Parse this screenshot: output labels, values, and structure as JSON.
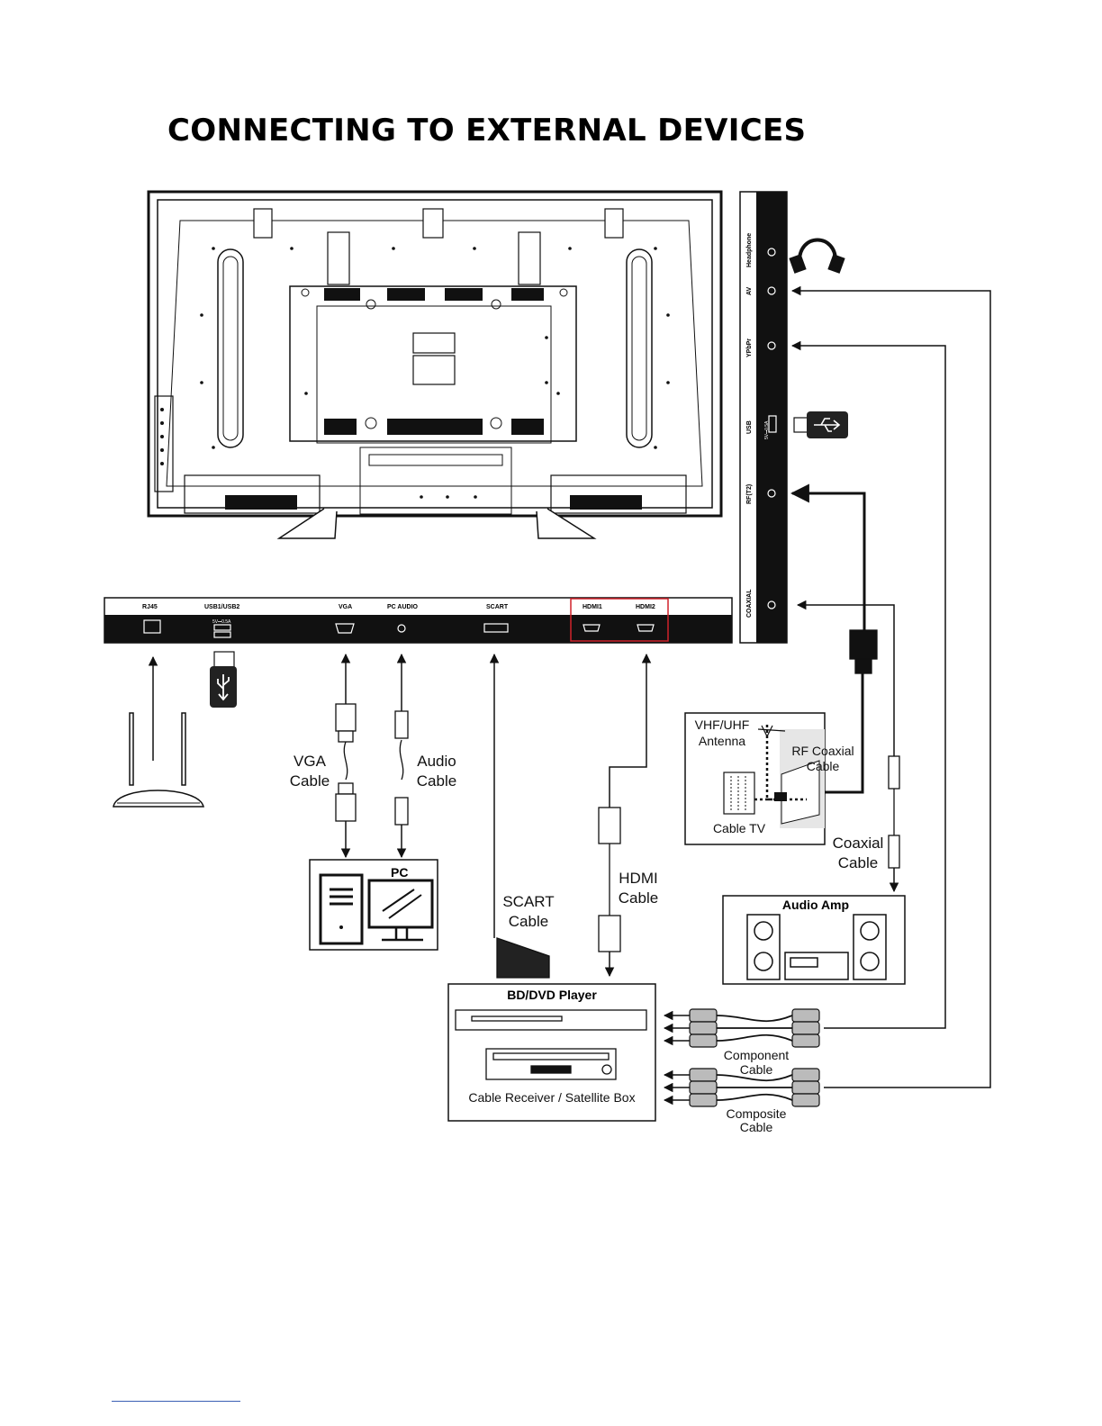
{
  "title": "CONNECTING TO EXTERNAL DEVICES",
  "bottom_panel_ports": {
    "rj45": "RJ45",
    "usb": "USB1/USB2",
    "usb_rating": "5V⎓0.5A",
    "vga": "VGA",
    "pc_audio": "PC AUDIO",
    "scart": "SCART",
    "hdmi1": "HDMI1",
    "hdmi2": "HDMI2"
  },
  "side_panel_ports": {
    "headphone": "Headphone",
    "av": "AV",
    "ypbpr": "YPbPr",
    "usb": "USB",
    "usb_rating": "5V⎓0.5A",
    "rf": "RF(T2)",
    "coaxial": "COAXIAL"
  },
  "cables": {
    "vga_1": "VGA",
    "vga_2": "Cable",
    "audio_1": "Audio",
    "audio_2": "Cable",
    "scart_1": "SCART",
    "scart_2": "Cable",
    "hdmi_1": "HDMI",
    "hdmi_2": "Cable",
    "rf_1": "RF Coaxial",
    "rf_2": "Cable",
    "coax_1": "Coaxial",
    "coax_2": "Cable",
    "component_1": "Component",
    "component_2": "Cable",
    "composite_1": "Composite",
    "composite_2": "Cable"
  },
  "devices": {
    "pc": "PC",
    "antenna_1": "VHF/UHF",
    "antenna_2": "Antenna",
    "cable_tv": "Cable TV",
    "audio_amp": "Audio Amp",
    "player": "BD/DVD Player",
    "receiver": "Cable Receiver / Satellite Box"
  },
  "colors": {
    "highlight": "#d0222a",
    "panel": "#111111",
    "link": "#3a5fb4"
  },
  "icons": [
    "headphones-icon",
    "usb-drive-icon",
    "router-icon"
  ]
}
